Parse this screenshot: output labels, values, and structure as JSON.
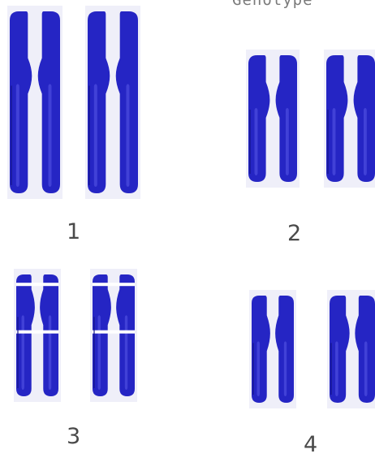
{
  "header": {
    "cutoff_text": "Genotype"
  },
  "pairs": [
    {
      "label": "1",
      "banded": false
    },
    {
      "label": "2",
      "banded": false
    },
    {
      "label": "3",
      "banded": true
    },
    {
      "label": "4",
      "banded": false
    }
  ],
  "colors": {
    "chromosome": "#2525c4",
    "chromosome_dark": "#15158a",
    "chromosome_light": "#5a5ae8",
    "band_gap": "#ffffff",
    "label": "#4a4a4a"
  }
}
